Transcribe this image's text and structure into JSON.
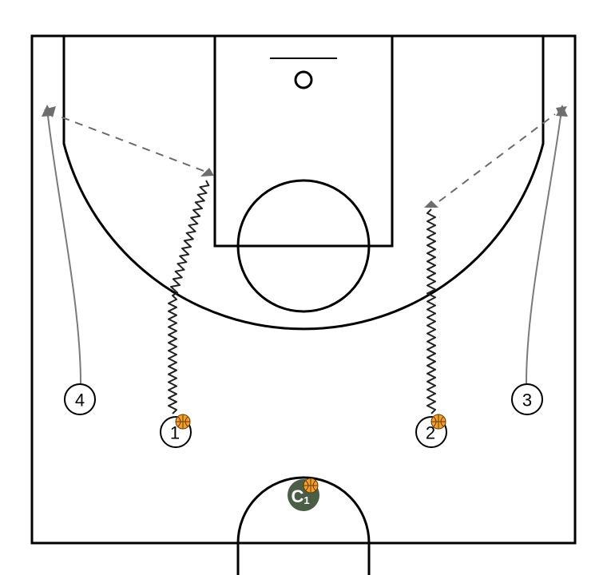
{
  "diagram": {
    "colors": {
      "court_lines": "#000000",
      "pass_line": "#6b6b6b",
      "cut_line": "#7a7a7a",
      "coach_fill": "#4a5d45",
      "ball_fill": "#f0a030"
    },
    "players": [
      {
        "id": "p1",
        "label": "1",
        "has_ball": true
      },
      {
        "id": "p2",
        "label": "2",
        "has_ball": true
      },
      {
        "id": "p3",
        "label": "3",
        "has_ball": false
      },
      {
        "id": "p4",
        "label": "4",
        "has_ball": false
      }
    ],
    "coach": {
      "label": "C",
      "sub": "1",
      "has_ball": true
    },
    "actions": [
      {
        "type": "dribble",
        "player": "1"
      },
      {
        "type": "dribble",
        "player": "2"
      },
      {
        "type": "cut",
        "player": "3"
      },
      {
        "type": "cut",
        "player": "4"
      },
      {
        "type": "pass",
        "from": "1",
        "to": "4"
      },
      {
        "type": "pass",
        "from": "2",
        "to": "3"
      }
    ]
  }
}
